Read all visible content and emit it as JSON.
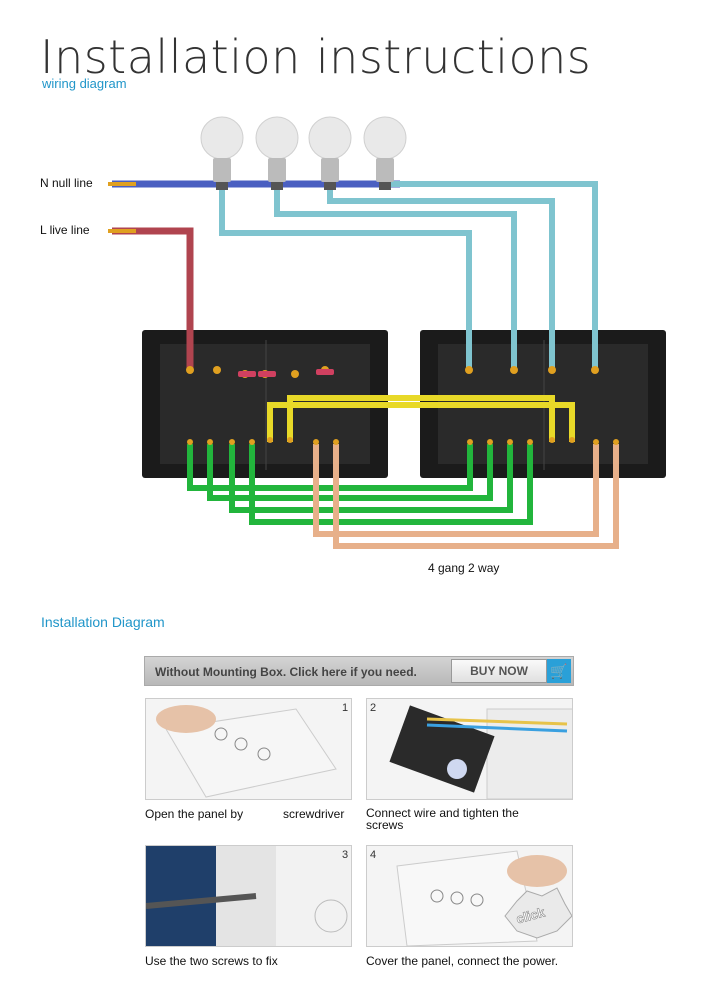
{
  "header": {
    "title": "Installation instructions",
    "subtitle": "wiring diagram"
  },
  "wiring": {
    "n_label": "N null line",
    "l_label": "L live line",
    "caption": "4 gang 2 way"
  },
  "install": {
    "section_title": "Installation Diagram",
    "banner_text": "Without Mounting Box. Click here if you need.",
    "buy_label": "BUY NOW",
    "steps": [
      {
        "num": "1",
        "caption": "Open the panel by",
        "caption2": "screwdriver"
      },
      {
        "num": "2",
        "caption": "Connect wire and tighten the screws"
      },
      {
        "num": "3",
        "caption": "Use the two screws to fix"
      },
      {
        "num": "4",
        "caption": "Cover the panel, connect the power.",
        "stamp": "click"
      }
    ]
  },
  "colors": {
    "accent": "#2196c9",
    "neutral_wire": "#4a5fc1",
    "live_wire": "#b0444f",
    "load_wire": "#7fc4cf",
    "traveler_yellow": "#e8d928",
    "traveler_green": "#22b53c",
    "traveler_peach": "#e7b08a"
  }
}
